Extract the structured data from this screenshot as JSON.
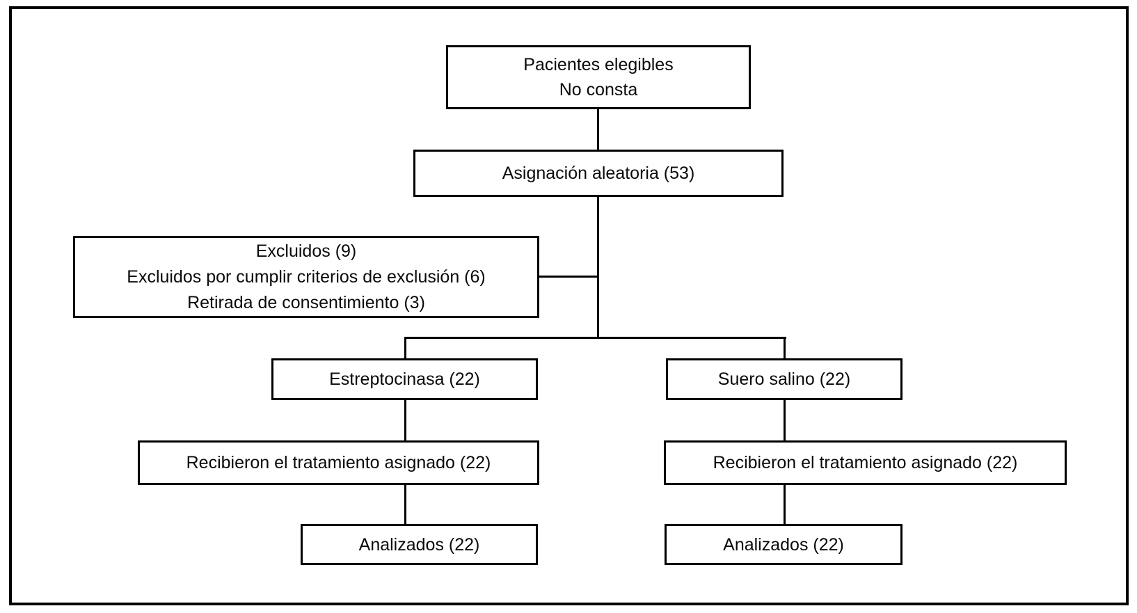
{
  "diagram": {
    "kind": "consort-patient-flow",
    "language": "es",
    "background_color": "#ffffff",
    "line_color": "#000000",
    "nodes": {
      "eligible": {
        "lines": [
          "Pacientes elegibles",
          "No consta"
        ]
      },
      "randomization": {
        "label": "Asignación aleatoria (53)",
        "count": 53
      },
      "excluded": {
        "lines": [
          "Excluidos (9)",
          "Excluidos por cumplir criterios de exclusión (6)",
          "Retirada de consentimiento (3)"
        ],
        "counts": {
          "total": 9,
          "exclusion_criteria": 6,
          "consent_withdrawn": 3
        }
      },
      "arm_left": {
        "label": "Estreptocinasa (22)",
        "count": 22
      },
      "arm_right": {
        "label": "Suero salino (22)",
        "count": 22
      },
      "received_left": {
        "label": "Recibieron el tratamiento asignado (22)",
        "count": 22
      },
      "received_right": {
        "label": "Recibieron el tratamiento asignado (22)",
        "count": 22
      },
      "analyzed_left": {
        "label": "Analizados (22)",
        "count": 22
      },
      "analyzed_right": {
        "label": "Analizados (22)",
        "count": 22
      }
    }
  }
}
